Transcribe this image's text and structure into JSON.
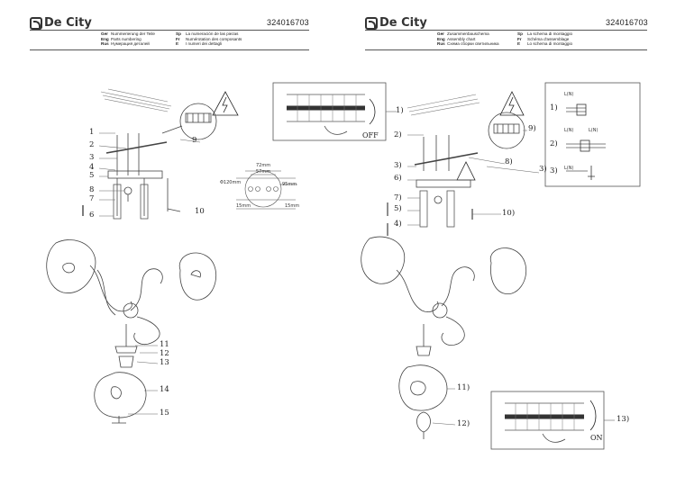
{
  "brand": "De City",
  "pages": [
    {
      "code": "324016703",
      "legend": [
        {
          "lang_a": "Ger",
          "text_a": "Nummerierung der Teile",
          "lang_b": "Sp",
          "text_b": "La numeración de las piezas"
        },
        {
          "lang_a": "Eng",
          "text_a": "Parts numbering",
          "lang_b": "Fr",
          "text_b": "Numérotation des composants"
        },
        {
          "lang_a": "Rus",
          "text_a": "Нумерация деталей",
          "lang_b": "It",
          "text_b": "I numeri dei dettagli"
        }
      ]
    },
    {
      "code": "324016703",
      "legend": [
        {
          "lang_a": "Ger",
          "text_a": "Zusammenbauschema",
          "lang_b": "Sp",
          "text_b": "La schema di montaggio"
        },
        {
          "lang_a": "Eng",
          "text_a": "Assembly chart",
          "lang_b": "Fr",
          "text_b": "Schéma d'assemblage"
        },
        {
          "lang_a": "Rus",
          "text_a": "Схема сборки светильника",
          "lang_b": "It",
          "text_b": "Lo schema di montaggio"
        }
      ]
    }
  ],
  "left_labels": [
    "1",
    "2",
    "3",
    "4",
    "5",
    "8",
    "7",
    "6",
    "9",
    "10",
    "11",
    "12",
    "13",
    "14",
    "15"
  ],
  "dimensions": [
    "72mm",
    "57mm",
    "Φ120mm",
    "95mm",
    "15mm",
    "15mm"
  ],
  "right_labels": [
    "1)",
    "2)",
    "3)",
    "5)",
    "6)",
    "7)",
    "4)",
    "8)",
    "9)",
    "10)",
    "3)",
    "11)",
    "12)",
    "13)"
  ],
  "steps": {
    "off": "OFF",
    "on": "ON",
    "wire": "L(N)"
  }
}
